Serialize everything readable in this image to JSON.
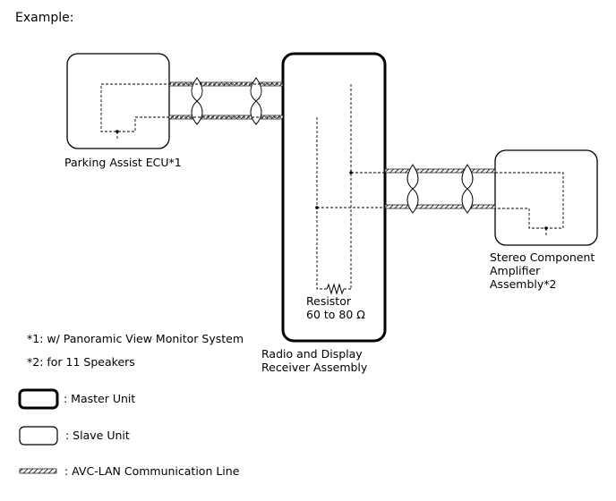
{
  "title": "Example:",
  "components": {
    "parking_ecu": "Parking Assist ECU*1",
    "radio_receiver": "Radio and Display\nReceiver Assembly",
    "stereo_amp": "Stereo Component\nAmplifier\nAssembly*2",
    "resistor": "Resistor\n60 to 80 Ω"
  },
  "notes": {
    "note1": "*1: w/ Panoramic View Monitor System",
    "note2": "*2: for 11 Speakers"
  },
  "legend": {
    "master": ": Master Unit",
    "slave": ": Slave Unit",
    "line": ": AVC-LAN Communication Line"
  }
}
